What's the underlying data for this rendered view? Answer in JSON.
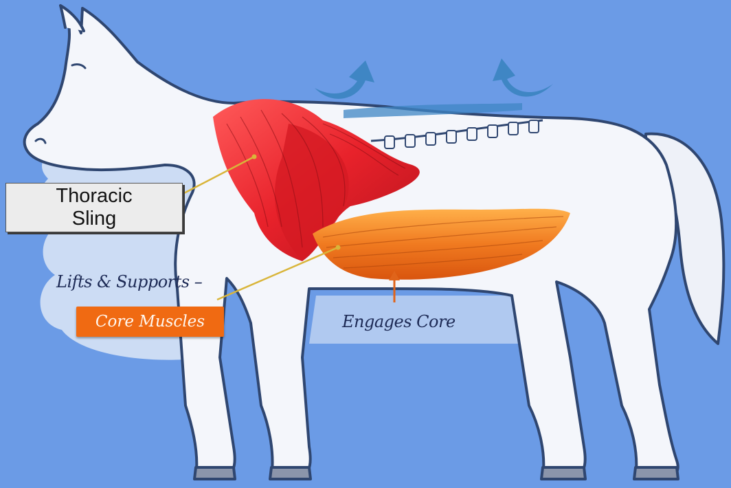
{
  "labels": {
    "thoracic_line1": "Thoracic",
    "thoracic_line2": "Sling",
    "lifts_supports": "Lifts & Supports –",
    "core_muscles": "Core Muscles",
    "engages_core": "Engages Core"
  },
  "colors": {
    "background": "#6b9be6",
    "horse_body": "#f4f6fb",
    "horse_outline": "#2f4670",
    "thoracic_muscle": "#e8222b",
    "core_muscle": "#f07a20",
    "lift_arrow": "#3f86c4",
    "leader_line": "#d9b53a",
    "badge": "#f06a12"
  },
  "icons": [
    "lift-arrow-left-icon",
    "lift-arrow-right-icon",
    "engage-arrow-icon"
  ]
}
